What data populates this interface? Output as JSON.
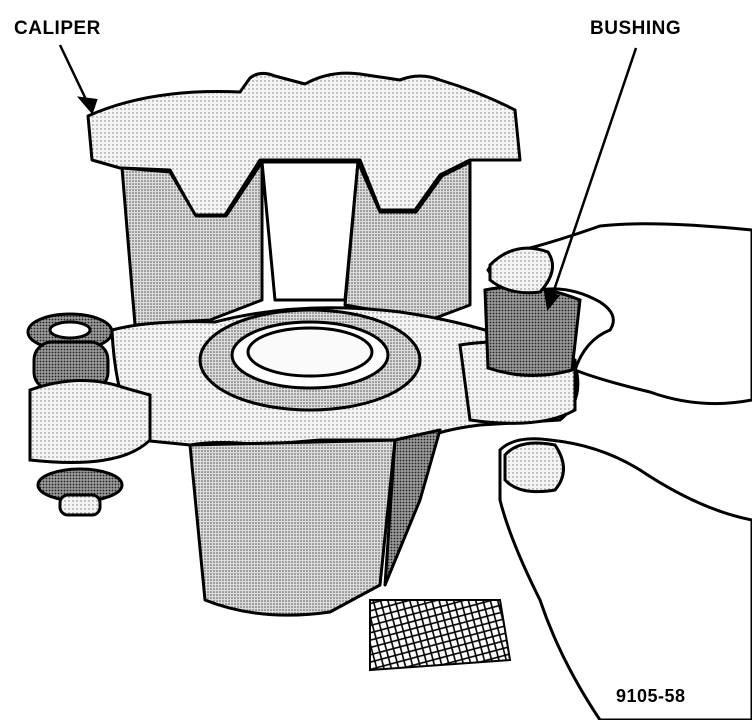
{
  "labels": {
    "caliper": "CALIPER",
    "bushing": "BUSHING",
    "figure_number": "9105-58"
  },
  "colors": {
    "ink": "#000000",
    "paper": "#ffffff",
    "stipple_light": "#e4e4e4",
    "stipple_mid": "#c4c4c4",
    "stipple_dark": "#8a8a8a"
  }
}
